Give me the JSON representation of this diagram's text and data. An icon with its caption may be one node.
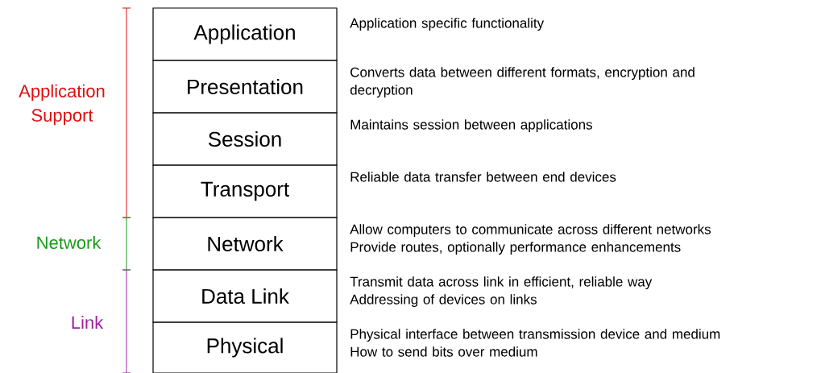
{
  "diagram": {
    "nodes": [
      {
        "text": [
          "Application"
        ],
        "beside": [
          "Application specific functionality"
        ]
      },
      {
        "text": [
          "Presentation"
        ],
        "beside": [
          "Converts data between different formats, encryption and decryption"
        ]
      },
      {
        "text": [
          "Session"
        ],
        "beside": [
          "Maintains session between applications"
        ]
      },
      {
        "text": [
          "Transport"
        ],
        "beside": [
          "Reliable data transfer between end devices"
        ]
      },
      {
        "text": [
          "Network"
        ],
        "beside": [
          "Allow computers to communicate across different networks",
          "Provide routes, optionally performance enhancements"
        ]
      },
      {
        "text": [
          "Data Link"
        ],
        "beside": [
          "Transmit data across link in efficient, reliable way",
          "Addressing of devices on links"
        ]
      },
      {
        "text": [
          "Physical"
        ],
        "beside": [
          "Physical interface between transmission device and medium",
          "How to send bits over medium"
        ]
      }
    ],
    "labels": [
      "Application Support",
      "Network",
      "Link"
    ]
  }
}
